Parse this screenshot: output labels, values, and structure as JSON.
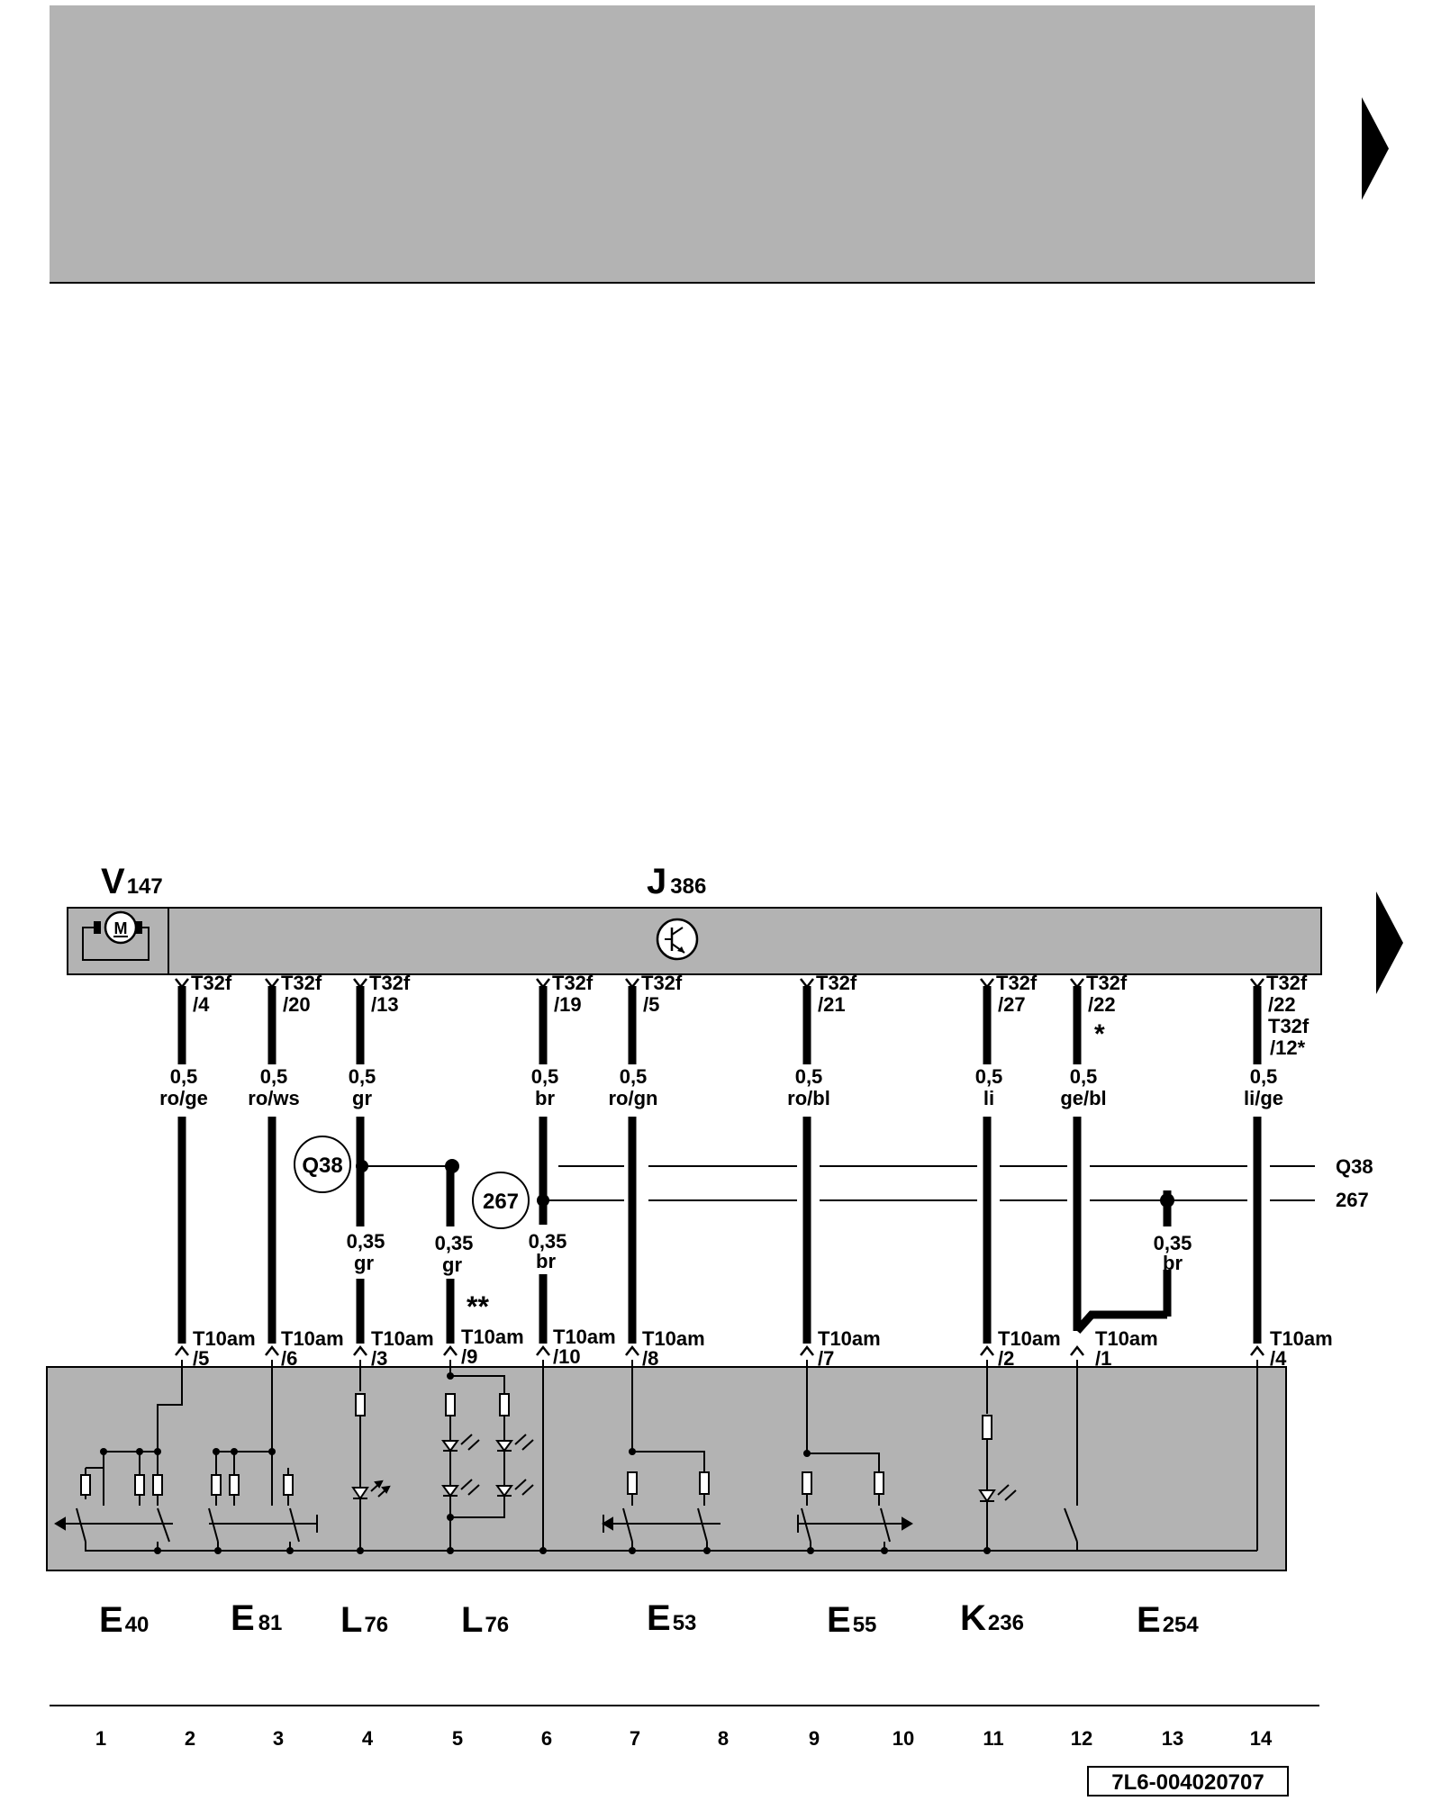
{
  "components": {
    "v147": {
      "letter": "V",
      "number": "147"
    },
    "j386": {
      "letter": "J",
      "number": "386"
    }
  },
  "upper_pins": [
    [
      "T32f",
      "/4"
    ],
    [
      "T32f",
      "/20"
    ],
    [
      "T32f",
      "/13"
    ],
    [
      "T32f",
      "/19"
    ],
    [
      "T32f",
      "/5"
    ],
    [
      "T32f",
      "/21"
    ],
    [
      "T32f",
      "/27"
    ],
    [
      "T32f",
      "/22"
    ],
    [
      "T32f",
      "/22"
    ]
  ],
  "upper_pin_extra": {
    "star": "*",
    "second_connector": "T32f",
    "second_pin": "/12*"
  },
  "wires": [
    {
      "size": "0,5",
      "color": "ro/ge"
    },
    {
      "size": "0,5",
      "color": "ro/ws"
    },
    {
      "size": "0,5",
      "color": "gr"
    },
    {
      "size": "0,5",
      "color": "br"
    },
    {
      "size": "0,5",
      "color": "ro/gn"
    },
    {
      "size": "0,5",
      "color": "ro/bl"
    },
    {
      "size": "0,5",
      "color": "li"
    },
    {
      "size": "0,5",
      "color": "ge/bl"
    },
    {
      "size": "0,5",
      "color": "li/ge"
    }
  ],
  "branch_wires": [
    {
      "size": "0,35",
      "color": "gr"
    },
    {
      "size": "0,35",
      "color": "gr"
    },
    {
      "size": "0,35",
      "color": "br"
    },
    {
      "size": "0,35",
      "color": "br"
    }
  ],
  "double_star": "**",
  "circles": {
    "q38": "Q38",
    "c267": "267"
  },
  "right_refs": {
    "q38": "Q38",
    "c267": "267"
  },
  "lower_pins": [
    [
      "T10am",
      "/5"
    ],
    [
      "T10am",
      "/6"
    ],
    [
      "T10am",
      "/3"
    ],
    [
      "T10am",
      "/9"
    ],
    [
      "T10am",
      "/10"
    ],
    [
      "T10am",
      "/8"
    ],
    [
      "T10am",
      "/7"
    ],
    [
      "T10am",
      "/2"
    ],
    [
      "T10am",
      "/1"
    ],
    [
      "T10am",
      "/4"
    ]
  ],
  "bottom_components": [
    {
      "letter": "E",
      "number": "40"
    },
    {
      "letter": "E",
      "number": "81"
    },
    {
      "letter": "L",
      "number": "76"
    },
    {
      "letter": "L",
      "number": "76"
    },
    {
      "letter": "E",
      "number": "53"
    },
    {
      "letter": "E",
      "number": "55"
    },
    {
      "letter": "K",
      "number": "236"
    },
    {
      "letter": "E",
      "number": "254"
    }
  ],
  "grid_numbers": [
    "1",
    "2",
    "3",
    "4",
    "5",
    "6",
    "7",
    "8",
    "9",
    "10",
    "11",
    "12",
    "13",
    "14"
  ],
  "doc_code": "7L6-004020707",
  "colors": {
    "panel": "#b3b3b3",
    "line": "#000000"
  }
}
